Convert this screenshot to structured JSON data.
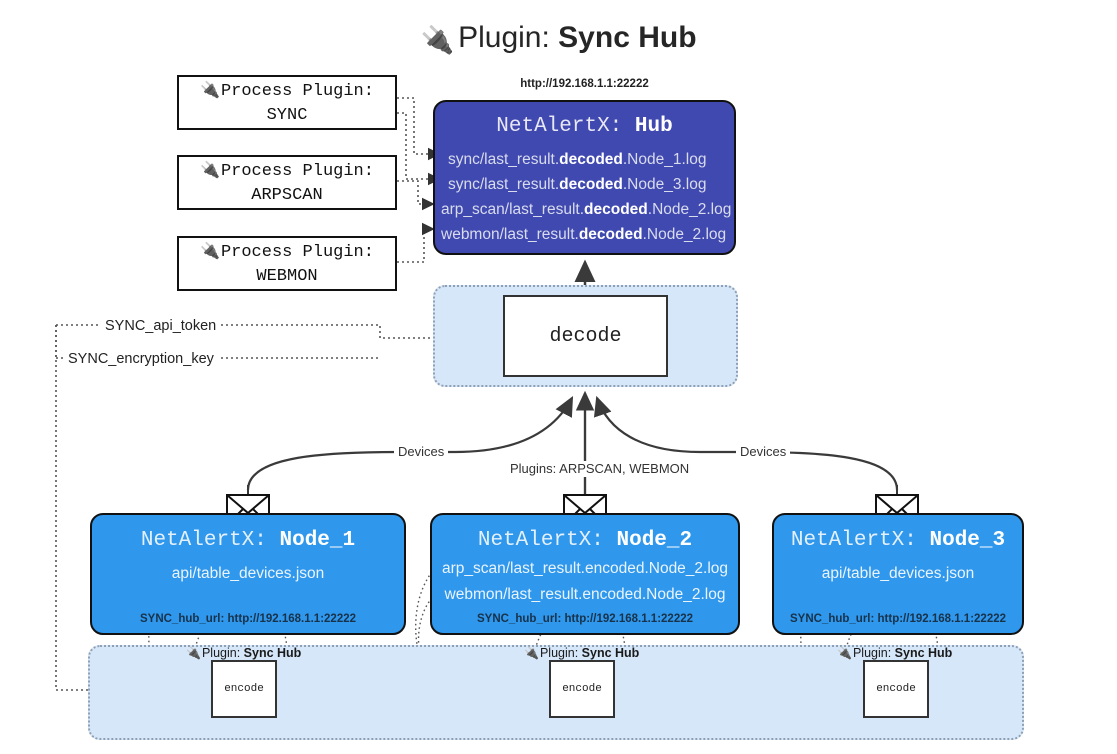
{
  "header": {
    "icon": "plug-icon",
    "prefix": "Plugin:",
    "title": "Sync Hub"
  },
  "process_plugins": [
    {
      "icon": "plug-icon",
      "line1": "Process Plugin:",
      "line2": "SYNC"
    },
    {
      "icon": "plug-icon",
      "line1": "Process Plugin:",
      "line2": "ARPSCAN"
    },
    {
      "icon": "plug-icon",
      "line1": "Process Plugin:",
      "line2": "WEBMON"
    }
  ],
  "hub": {
    "url": "http://192.168.1.1:22222",
    "title_prefix": "NetAlertX:",
    "title_name": "Hub",
    "logs": [
      {
        "pre": "sync/last_result.",
        "mid": "decoded",
        "post": ".Node_1.log"
      },
      {
        "pre": "sync/last_result.",
        "mid": "decoded",
        "post": ".Node_3.log"
      },
      {
        "pre": "arp_scan/last_result.",
        "mid": "decoded",
        "post": ".Node_2.log"
      },
      {
        "pre": "webmon/last_result.",
        "mid": "decoded",
        "post": ".Node_2.log"
      }
    ]
  },
  "decode": {
    "label": "decode"
  },
  "keys": [
    {
      "label": "SYNC_api_token"
    },
    {
      "label": "SYNC_encryption_key"
    }
  ],
  "edge_labels": {
    "devices_left": "Devices",
    "devices_right": "Devices",
    "plugins_center": "Plugins: ARPSCAN, WEBMON"
  },
  "nodes": [
    {
      "title_prefix": "NetAlertX:",
      "title_name": "Node_1",
      "lines": [
        "api/table_devices.json"
      ],
      "footer": "SYNC_hub_url: http://192.168.1.1:22222"
    },
    {
      "title_prefix": "NetAlertX:",
      "title_name": "Node_2",
      "lines": [
        "arp_scan/last_result.encoded.Node_2.log",
        "webmon/last_result.encoded.Node_2.log"
      ],
      "footer": "SYNC_hub_url: http://192.168.1.1:22222"
    },
    {
      "title_prefix": "NetAlertX:",
      "title_name": "Node_3",
      "lines": [
        "api/table_devices.json"
      ],
      "footer": "SYNC_hub_url: http://192.168.1.1:22222"
    }
  ],
  "sync_strip": {
    "plugins": [
      {
        "icon": "plug-icon",
        "prefix": "Plugin:",
        "name": "Sync Hub",
        "box_label": "encode"
      },
      {
        "icon": "plug-icon",
        "prefix": "Plugin:",
        "name": "Sync Hub",
        "box_label": "encode"
      },
      {
        "icon": "plug-icon",
        "prefix": "Plugin:",
        "name": "Sync Hub",
        "box_label": "encode"
      }
    ]
  },
  "colors": {
    "hub_fill": "#4049b0",
    "node_fill": "#2f97ec",
    "group_fill": "#d6e7f9",
    "line": "#333333"
  }
}
